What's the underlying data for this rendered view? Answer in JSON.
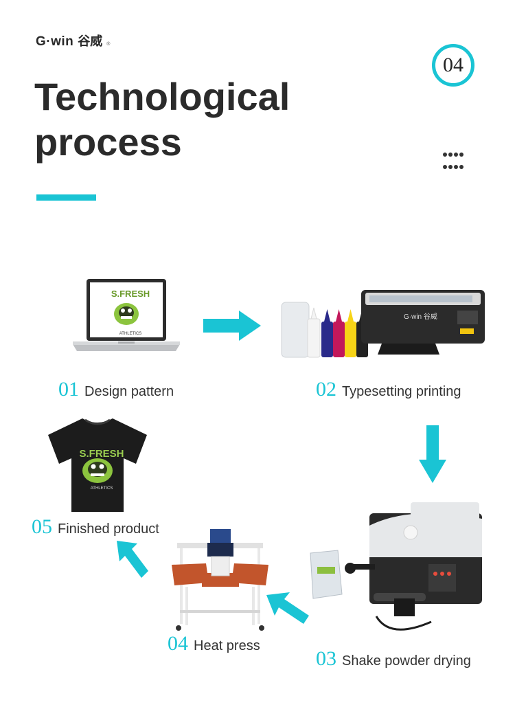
{
  "header": {
    "brand": "G·win",
    "brand_cn": "谷威",
    "registered": "®",
    "title_line1": "Technological",
    "title_line2": "process",
    "page_number": "04"
  },
  "colors": {
    "accent": "#1ac4d4",
    "text": "#2b2b2b"
  },
  "steps": [
    {
      "num": "01",
      "label": "Design pattern"
    },
    {
      "num": "02",
      "label": "Typesetting printing"
    },
    {
      "num": "03",
      "label": "Shake powder drying"
    },
    {
      "num": "04",
      "label": "Heat press"
    },
    {
      "num": "05",
      "label": "Finished product"
    }
  ],
  "artwork": {
    "brand_text": "S.FRESH",
    "sub_text": "ATHLETICS"
  },
  "printer": {
    "brand_text": "G·win 谷威"
  }
}
